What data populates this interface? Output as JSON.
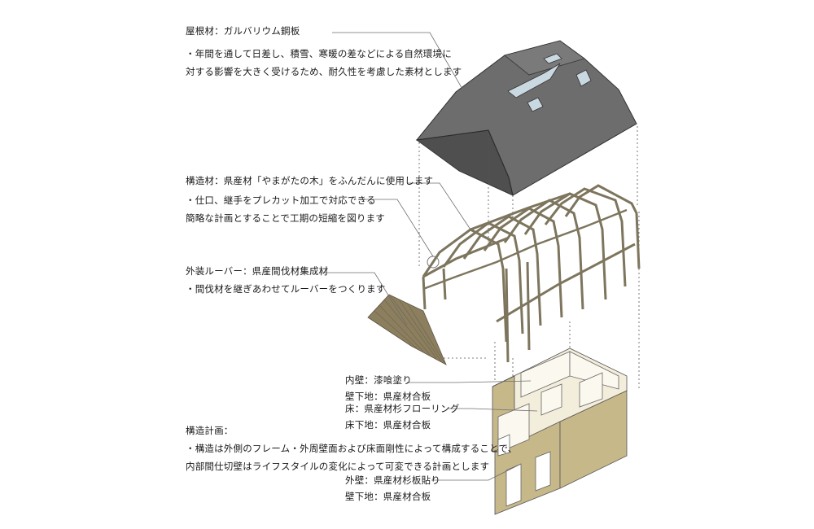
{
  "annotations": {
    "roof": {
      "title": "屋根材：ガルバリウム鋼板",
      "lines": [
        "・年間を通して日差し、積雪、寒暖の差などによる自然環境に",
        "対する影響を大きく受けるため、耐久性を考慮した素材とします"
      ]
    },
    "structure": {
      "title": "構造材：県産材「やまがたの木」をふんだんに使用します",
      "lines": [
        "・仕口、継手をプレカット加工で対応できる",
        "簡略な計画とすることで工期の短縮を図ります"
      ]
    },
    "louver": {
      "title": "外装ルーバー：県産間伐材集成材",
      "lines": [
        "・間伐材を継ぎあわせてルーバーをつくります"
      ]
    },
    "interior_wall": {
      "line1": "内壁：漆喰塗り",
      "line2": "壁下地：県産材合板"
    },
    "floor": {
      "line1": "床：県産材杉フローリング",
      "line2": "床下地：県産材合板"
    },
    "plan": {
      "title": "構造計画：",
      "lines": [
        "・構造は外側のフレーム・外周壁面および床面剛性によって構成することで、",
        "内部間仕切壁はライフスタイルの変化によって可変できる計画とします"
      ]
    },
    "exterior_wall": {
      "line1": "外壁：県産材杉板貼り",
      "line2": "壁下地：県産材合板"
    }
  },
  "colors": {
    "roof": "#6b6b6b",
    "roof_dark": "#4e4e4e",
    "skylight": "#c9d7e0",
    "timber": "#e2d9b8",
    "timber_line": "#7d755d",
    "louver": "#8a7d5e",
    "cedar_wall": "#c7b88a",
    "interior": "#f2ecd8",
    "leader": "#6e6e6e"
  }
}
